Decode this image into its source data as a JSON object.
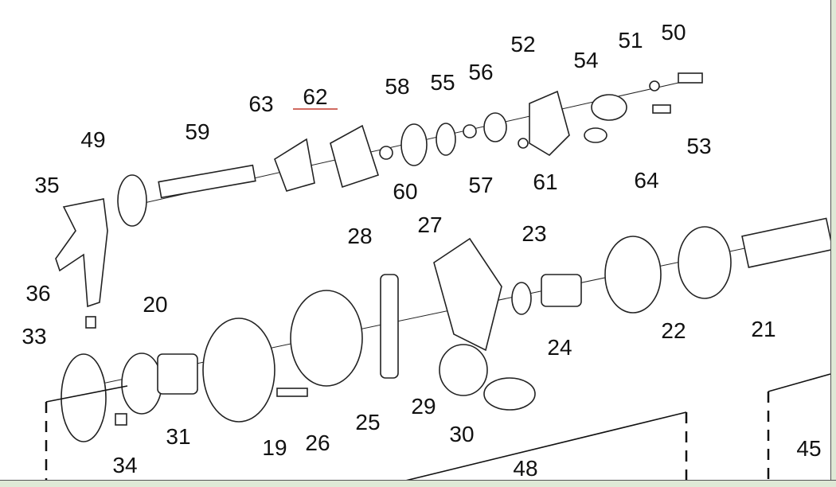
{
  "diagram": {
    "title_underline_color": "#c0392b",
    "part_labels": [
      "50",
      "51",
      "52",
      "54",
      "56",
      "55",
      "58",
      "62",
      "63",
      "59",
      "49",
      "53",
      "35",
      "60",
      "57",
      "61",
      "64",
      "28",
      "27",
      "23",
      "36",
      "20",
      "22",
      "21",
      "24",
      "33",
      "29",
      "25",
      "30",
      "31",
      "26",
      "19",
      "34",
      "45",
      "48"
    ]
  }
}
